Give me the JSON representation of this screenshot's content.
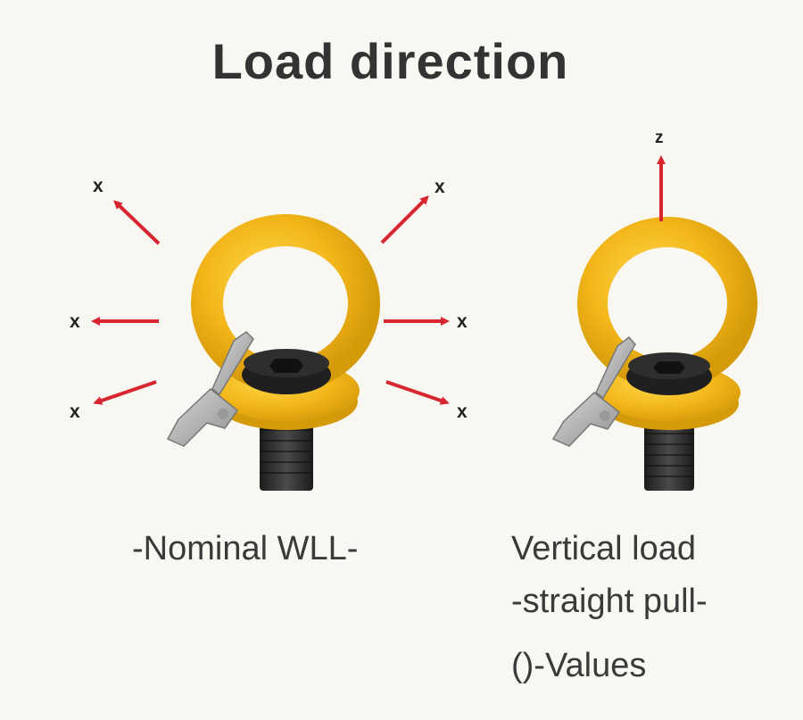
{
  "title": "Load direction",
  "left_fitting": {
    "caption": "-Nominal WLL-",
    "directions": [
      "x",
      "x",
      "x",
      "x",
      "x",
      "x"
    ]
  },
  "right_fitting": {
    "caption_lines": [
      "Vertical load",
      "-straight pull-",
      "()-Values"
    ],
    "direction": "z"
  },
  "colors": {
    "arrow": "#d7262f",
    "ring": "#f2b619",
    "ring_shadow": "#d49a0a",
    "bolt": "#2a2a2a",
    "plate": "#b9b9b9"
  }
}
